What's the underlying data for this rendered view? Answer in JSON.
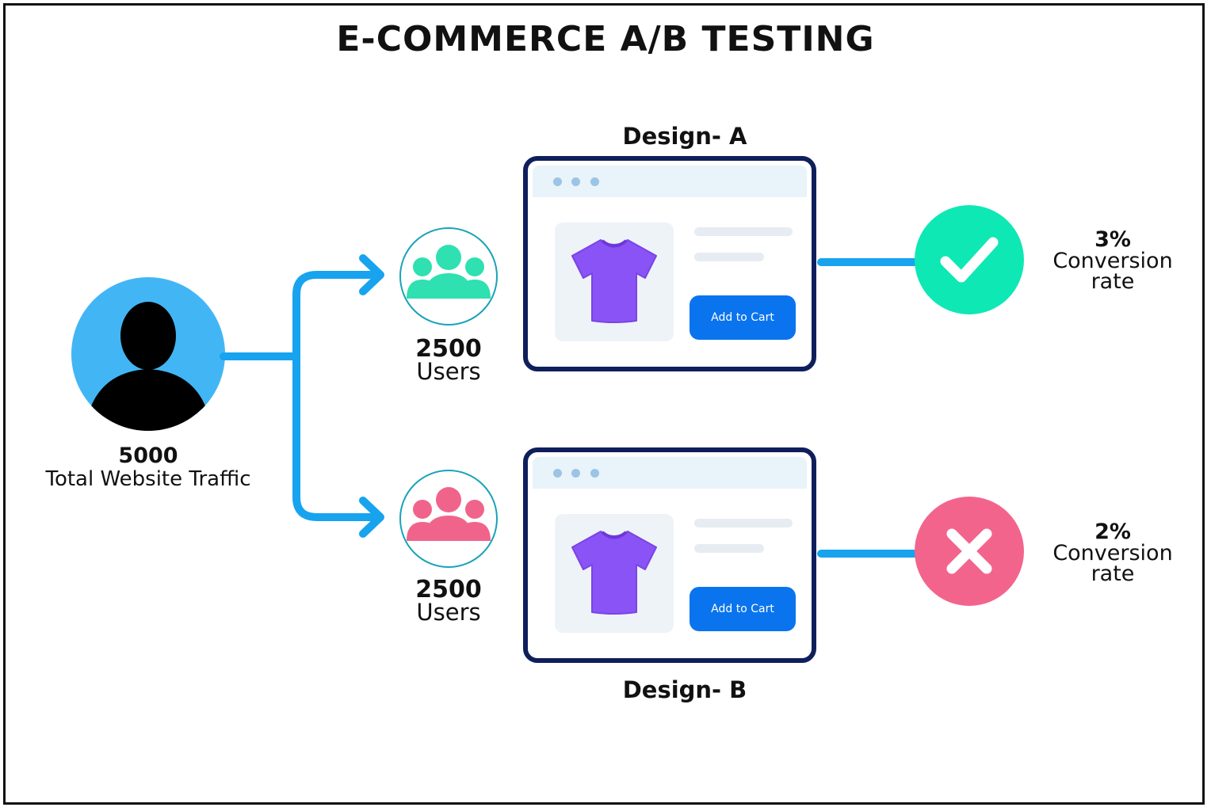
{
  "title": "E-COMMERCE A/B TESTING",
  "source": {
    "count": "5000",
    "label": "Total Website Traffic",
    "color": "#42b6f5"
  },
  "groups": [
    {
      "count": "2500",
      "label": "Users",
      "icon": "users-group-icon",
      "color": "#2fe0b0"
    },
    {
      "count": "2500",
      "label": "Users",
      "icon": "users-group-icon",
      "color": "#f0648c"
    }
  ],
  "designs": [
    {
      "title": "Design- A",
      "button_label": "Add to Cart",
      "product_icon": "tshirt-icon"
    },
    {
      "title": "Design- B",
      "button_label": "Add to Cart",
      "product_icon": "tshirt-icon"
    }
  ],
  "results": [
    {
      "value": "3%",
      "label_line1": "Conversion",
      "label_line2": "rate",
      "icon": "check-icon",
      "color": "#0ee8b4"
    },
    {
      "value": "2%",
      "label_line1": "Conversion",
      "label_line2": "rate",
      "icon": "close-icon",
      "color": "#f3648d"
    }
  ],
  "colors": {
    "flow": "#18a3ef",
    "window_border": "#0f1f5c",
    "button": "#0a74ef",
    "tshirt": "#8a53f5"
  }
}
